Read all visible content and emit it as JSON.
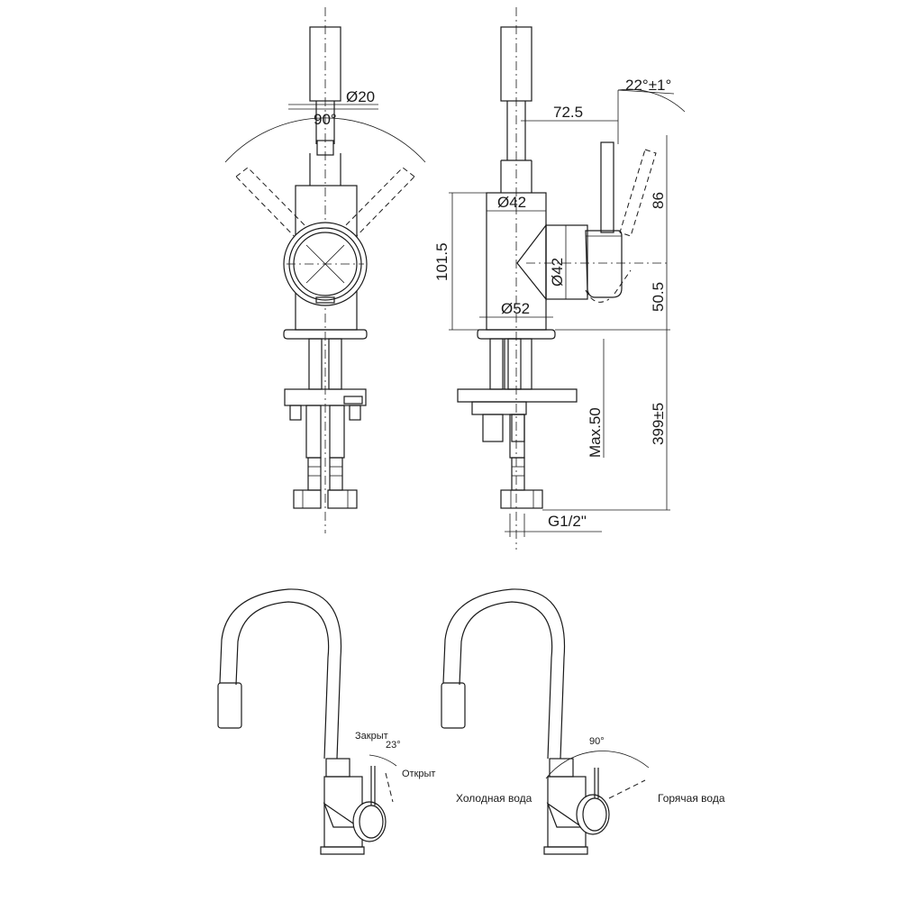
{
  "dimensions": {
    "d20": "Ø20",
    "angle90_top": "90°",
    "d42_top": "Ø42",
    "d42_side": "Ø42",
    "d52": "Ø52",
    "len72_5": "72.5",
    "angle22": "22°±1°",
    "h86": "86",
    "h101_5": "101.5",
    "h50_5": "50.5",
    "max50": "Max.50",
    "h399": "399±5",
    "thread": "G1/2\""
  },
  "labels": {
    "closed": "Закрыт",
    "open": "Открыт",
    "angle23": "23°",
    "angle90_bottom": "90°",
    "cold": "Холодная вода",
    "hot": "Горячая вода"
  }
}
